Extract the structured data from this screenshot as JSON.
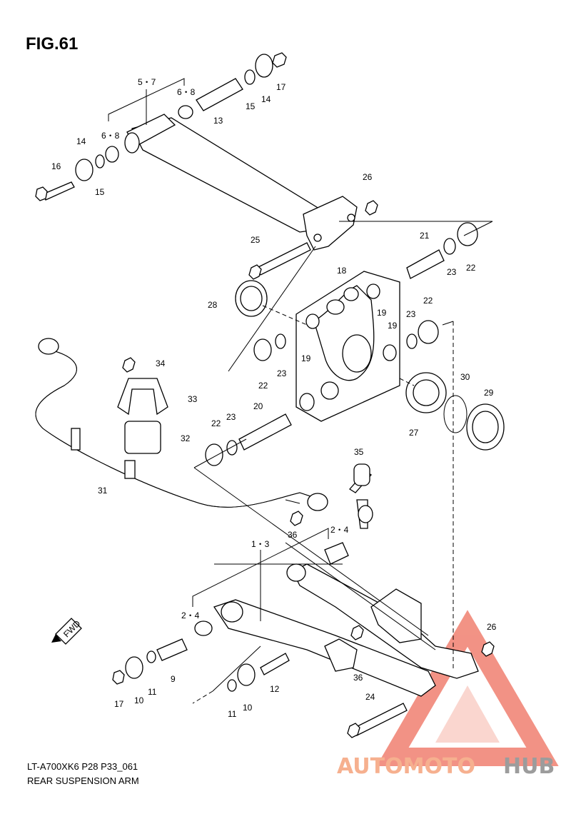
{
  "figure": {
    "title": "FIG.61",
    "code": "LT-A700XK6 P28 P33_061",
    "name": "REAR SUSPENSION ARM"
  },
  "callouts": [
    "5・7",
    "6・8",
    "17",
    "14",
    "15",
    "13",
    "6・8",
    "14",
    "16",
    "15",
    "26",
    "25",
    "21",
    "23",
    "22",
    "18",
    "28",
    "19",
    "19",
    "19",
    "22",
    "23",
    "23",
    "22",
    "34",
    "33",
    "30",
    "29",
    "22",
    "23",
    "20",
    "32",
    "27",
    "31",
    "35",
    "2・4",
    "36",
    "1・3",
    "2・4",
    "26",
    "9",
    "11",
    "17",
    "10",
    "12",
    "11",
    "10",
    "36",
    "24"
  ],
  "fwd_label": "FWD",
  "watermark": {
    "part1": "AUTOMOTO",
    "part2": "HUB",
    "colors": {
      "triangle": "#f08070",
      "text_main": "#f6b08f",
      "text_hub": "#9c9c9c"
    }
  }
}
